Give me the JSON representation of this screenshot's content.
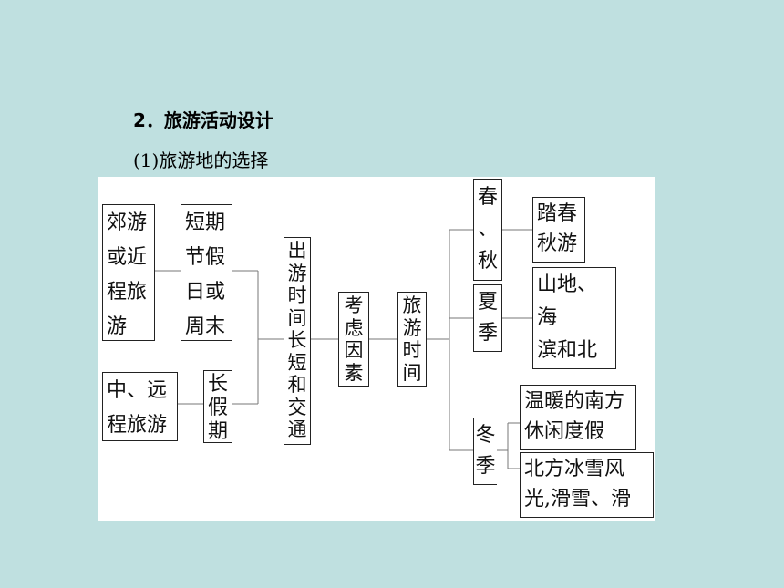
{
  "header": {
    "title": "2．旅游活动设计",
    "subtitle": "(1)旅游地的选择"
  },
  "diagram": {
    "nodes": {
      "suburban": "郊游\n或近\n程旅\n游",
      "short_holiday": "短期\n节假\n日或\n周末",
      "mid_far": "中、远\n程旅游",
      "long_holiday": "长\n假\n期",
      "time_traffic": "出\n游\n时\n间\n长\n短\n和\n交\n通",
      "factors": "考\n虑\n因\n素",
      "travel_time": "旅\n游\n时\n间",
      "spring_autumn": "春\n、\n秋",
      "spring_autumn_dest": "踏春\n秋游",
      "summer": "夏\n季",
      "summer_dest": "山地、海\n滨和北\n方避暑",
      "winter": "冬\n季",
      "winter_dest_1": "温暖的南方\n休闲度假",
      "winter_dest_2": "北方冰雪风\n光,滑雪、滑冰"
    }
  }
}
